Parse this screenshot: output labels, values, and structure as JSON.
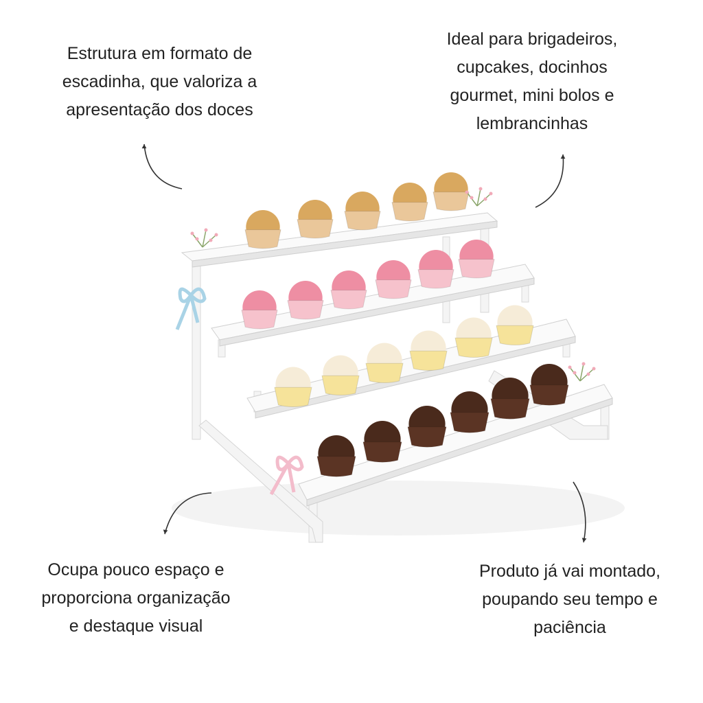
{
  "callouts": {
    "top_left": [
      "Estrutura em formato de",
      "escadinha, que valoriza a",
      "apresentação dos doces"
    ],
    "top_right": [
      "Ideal para brigadeiros,",
      "cupcakes, docinhos",
      "gourmet, mini bolos e",
      "lembrancinhas"
    ],
    "bottom_left": [
      "Ocupa pouco espaço e",
      "proporciona organização",
      "e destaque visual"
    ],
    "bottom_right": [
      "Produto já vai montado,",
      "poupando seu tempo e",
      "paciência"
    ]
  },
  "colors": {
    "text": "#222222",
    "stand": "#f4f4f4",
    "caramel": "#d9a85f",
    "pink": "#ee8ea3",
    "coconut": "#f6ecd8",
    "chocolate": "#4a2a1c",
    "cup_caramel": "#eac79a",
    "cup_pink": "#f6c2cc",
    "cup_yellow": "#f6e39a",
    "cup_chocolate": "#5b3424",
    "ribbon_blue": "#a9d3e6",
    "ribbon_pink": "#f3bccb"
  }
}
